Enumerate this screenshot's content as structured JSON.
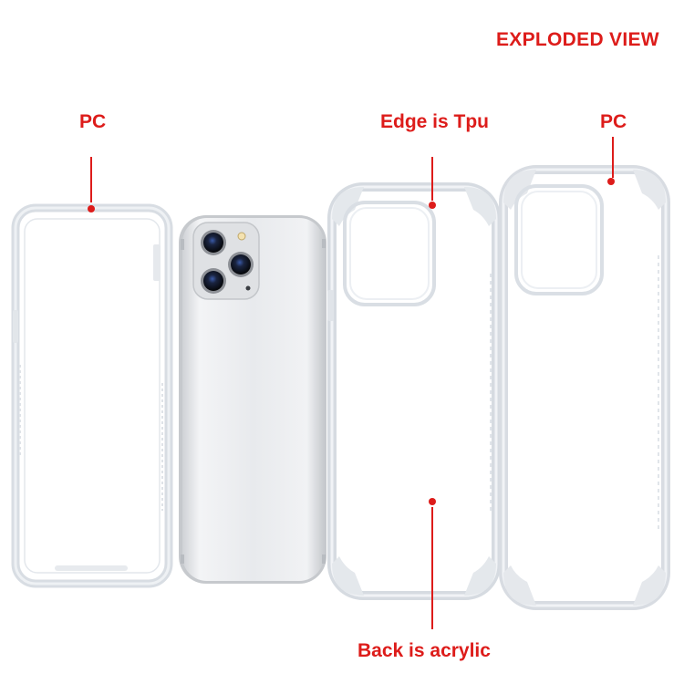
{
  "header": {
    "title": "EXPLODED VIEW"
  },
  "callouts": {
    "pc_left": "PC",
    "edge": "Edge is Tpu",
    "pc_right": "PC",
    "back": "Back is acrylic"
  },
  "colors": {
    "callout": "#dd1c1a",
    "background": "#ffffff",
    "phone_body": "#e4e6e9"
  },
  "parts": {
    "frame_left": "clear-pc-bumper-frame",
    "phone": "smartphone-triple-camera",
    "case_tpu": "clear-tpu-edge-case",
    "case_pc": "clear-pc-back-case"
  }
}
